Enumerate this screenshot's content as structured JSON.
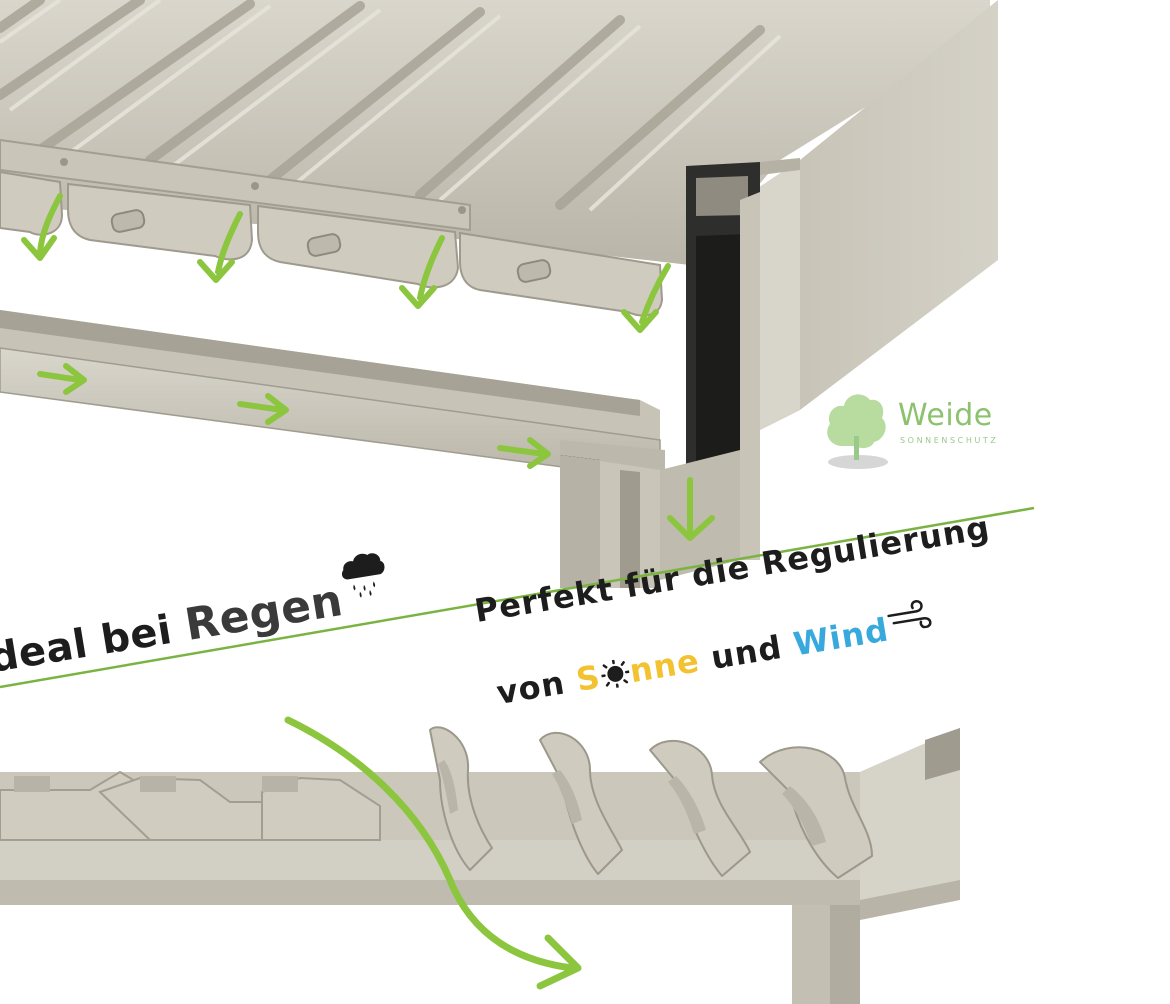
{
  "caption_left": {
    "prefix": "deal bei ",
    "keyword": "Regen",
    "icon": "rain-cloud-icon"
  },
  "caption_right": {
    "line1": "Perfekt für die Regulierung",
    "line2_prefix": "von ",
    "sun_before": "S",
    "sun_icon": "sun-icon",
    "sun_after": "nne",
    "middle": " und ",
    "wind_word": "Wind",
    "wind_icon": "wind-icon"
  },
  "logo": {
    "name": "Weide",
    "tagline": "SONNENSCHUTZ"
  },
  "colors": {
    "arrow_green": "#8cc63f",
    "divider_green": "#7bb342",
    "sun_yellow": "#f2c230",
    "wind_blue": "#37a9dc",
    "metal": "#cdc9bd",
    "metal_dark": "#a9a598",
    "text_dark": "#1d1d1d"
  }
}
